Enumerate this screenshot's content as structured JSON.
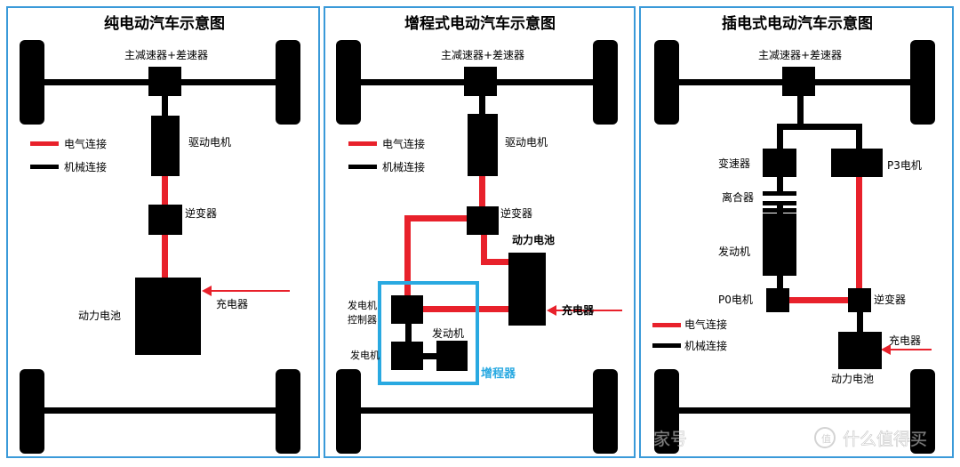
{
  "colors": {
    "panel_border": "#3a9ad9",
    "electric": "#e8212b",
    "mechanical": "#000000",
    "range_extender_box": "#29a9e1",
    "range_extender_label": "#29a9e1"
  },
  "panels": [
    {
      "title": "纯电动汽车示意图",
      "labels": {
        "final_drive": "主减速器+差速器",
        "drive_motor": "驱动电机",
        "inverter": "逆变器",
        "battery": "动力电池",
        "charger": "充电器"
      },
      "legend": {
        "electric": "电气连接",
        "mechanical": "机械连接"
      }
    },
    {
      "title": "增程式电动汽车示意图",
      "labels": {
        "final_drive": "主减速器+差速器",
        "drive_motor": "驱动电机",
        "inverter": "逆变器",
        "battery": "动力电池",
        "charger": "充电器",
        "gen_controller_1": "发电机",
        "gen_controller_2": "控制器",
        "generator": "发电机",
        "engine": "发动机",
        "range_extender": "增程器"
      },
      "legend": {
        "electric": "电气连接",
        "mechanical": "机械连接"
      }
    },
    {
      "title": "插电式电动汽车示意图",
      "labels": {
        "final_drive": "主减速器+差速器",
        "transmission": "变速器",
        "p3_motor": "P3电机",
        "clutch": "离合器",
        "engine": "发动机",
        "p0_motor": "P0电机",
        "inverter": "逆变器",
        "charger": "充电器",
        "battery": "动力电池"
      },
      "legend": {
        "electric": "电气连接",
        "mechanical": "机械连接"
      }
    }
  ],
  "watermark": {
    "left": "家号",
    "right": "什么值得买"
  }
}
